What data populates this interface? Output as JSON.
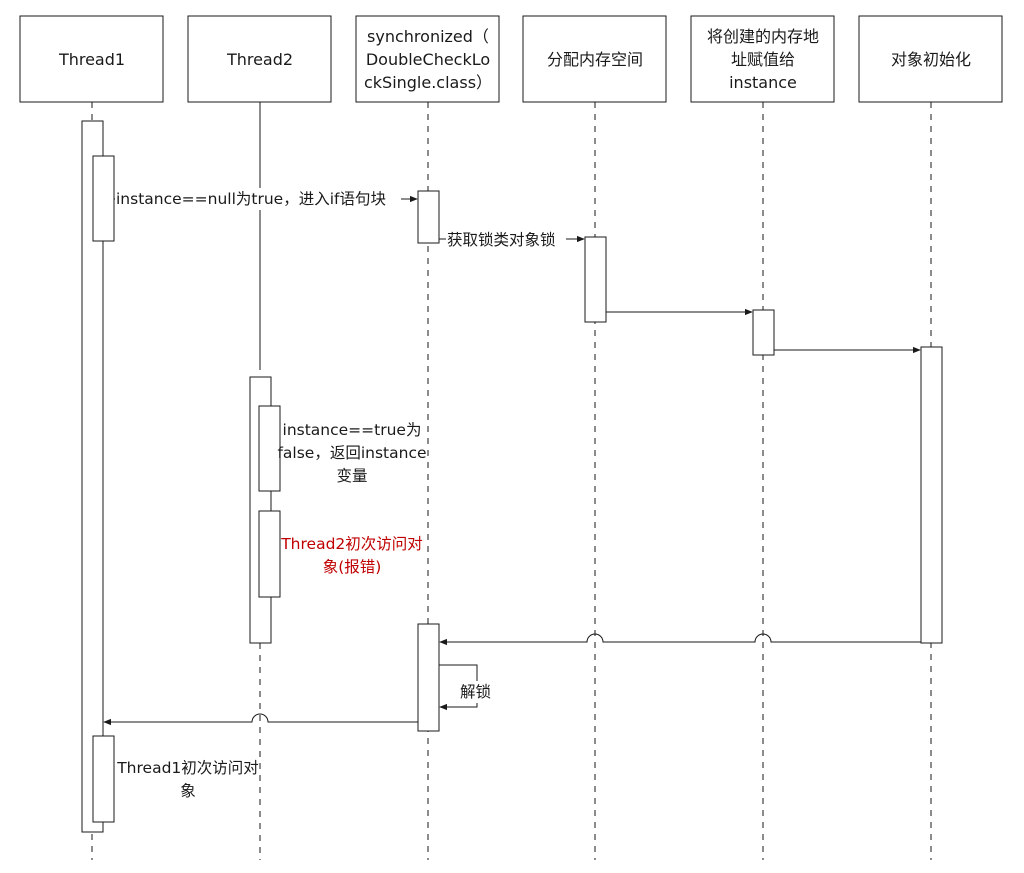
{
  "participants": [
    {
      "id": "thread1",
      "lines": [
        "Thread1"
      ]
    },
    {
      "id": "thread2",
      "lines": [
        "Thread2"
      ]
    },
    {
      "id": "sync",
      "lines": [
        "synchronized（",
        "DoubleCheckLo",
        "ckSingle.class）"
      ]
    },
    {
      "id": "alloc",
      "lines": [
        "分配内存空间"
      ]
    },
    {
      "id": "assign",
      "lines": [
        "将创建的内存地",
        "址赋值给",
        "instance"
      ]
    },
    {
      "id": "init",
      "lines": [
        "对象初始化"
      ]
    }
  ],
  "messages": {
    "check_null": "instance==null为true，进入if语句块",
    "acquire_lock": "获取锁类对象锁",
    "unlock": "解锁"
  },
  "notes": {
    "thread2_check": [
      "instance==true为",
      "false，返回instance",
      "变量"
    ],
    "thread2_access": [
      "Thread2初次访问对",
      "象(报错)"
    ],
    "thread1_access": [
      "Thread1初次访问对",
      "象"
    ]
  },
  "colors": {
    "line": "#1a1a1a",
    "error_text": "#c00000",
    "background": "#ffffff"
  }
}
